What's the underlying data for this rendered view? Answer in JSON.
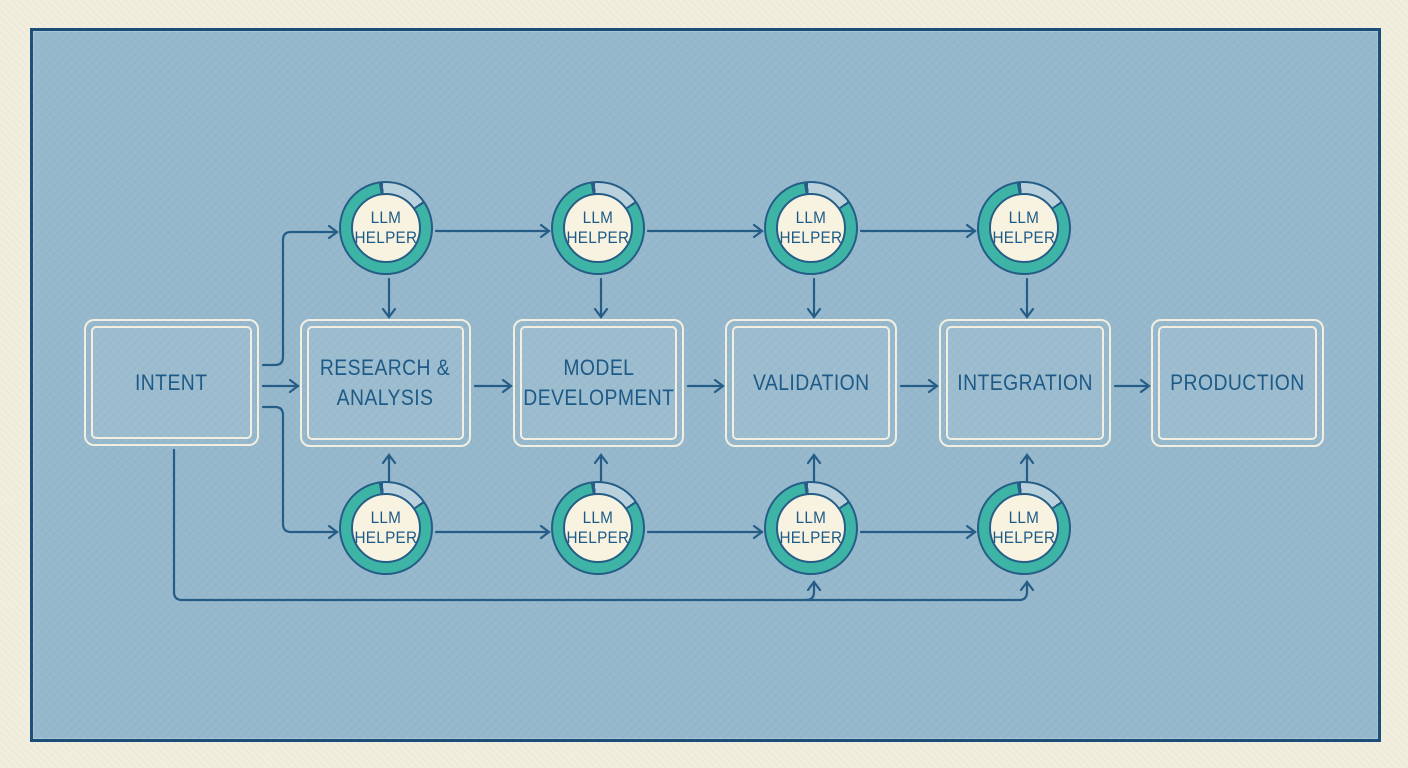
{
  "colors": {
    "bg_cream": "#f1eede",
    "panel_fill": "#96b8cc",
    "panel_border": "#1c4f77",
    "line": "#255d87",
    "text": "#1d5a87",
    "box_border": "#f2efe1",
    "ring_teal": "#3db4a5",
    "ring_segment": "#b9d1dd",
    "circle_fill": "#f8f3e0"
  },
  "stages": [
    {
      "id": "intent",
      "label": "INTENT"
    },
    {
      "id": "research",
      "label": "RESEARCH &\nANALYSIS"
    },
    {
      "id": "model",
      "label": "MODEL\nDEVELOPMENT"
    },
    {
      "id": "validation",
      "label": "VALIDATION"
    },
    {
      "id": "integration",
      "label": "INTEGRATION"
    },
    {
      "id": "production",
      "label": "PRODUCTION"
    }
  ],
  "helper": {
    "label": "LLM\nHELPER"
  },
  "flow": {
    "main_sequence": [
      "INTENT",
      "RESEARCH & ANALYSIS",
      "MODEL DEVELOPMENT",
      "VALIDATION",
      "INTEGRATION",
      "PRODUCTION"
    ],
    "helper_rows": {
      "top": [
        "LLM HELPER",
        "LLM HELPER",
        "LLM HELPER",
        "LLM HELPER"
      ],
      "bottom": [
        "LLM HELPER",
        "LLM HELPER",
        "LLM HELPER",
        "LLM HELPER"
      ]
    }
  }
}
